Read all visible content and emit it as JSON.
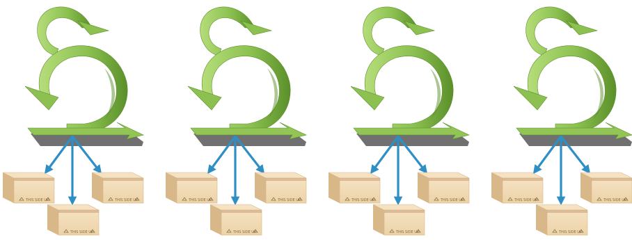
{
  "diagram": {
    "units": [
      {
        "id": 1,
        "boxes": [
          "left",
          "center",
          "right"
        ]
      },
      {
        "id": 2,
        "boxes": [
          "left",
          "center",
          "right"
        ]
      },
      {
        "id": 3,
        "boxes": [
          "left",
          "center",
          "right"
        ]
      },
      {
        "id": 4,
        "boxes": [
          "left",
          "center",
          "right"
        ]
      }
    ],
    "colors": {
      "arrow_light": "#b6dd7a",
      "arrow_mid": "#8cc151",
      "arrow_dark": "#5b8f2a",
      "platform_green": "#92c456",
      "platform_gray": "#707070",
      "distribution_arrow": "#2f8fc4",
      "box_face": "#ecd3a8",
      "box_side": "#d8b789",
      "box_top": "#f5e2c2",
      "box_tape": "#caa47a"
    },
    "box_marking_text": "THIS SIDE UP"
  }
}
